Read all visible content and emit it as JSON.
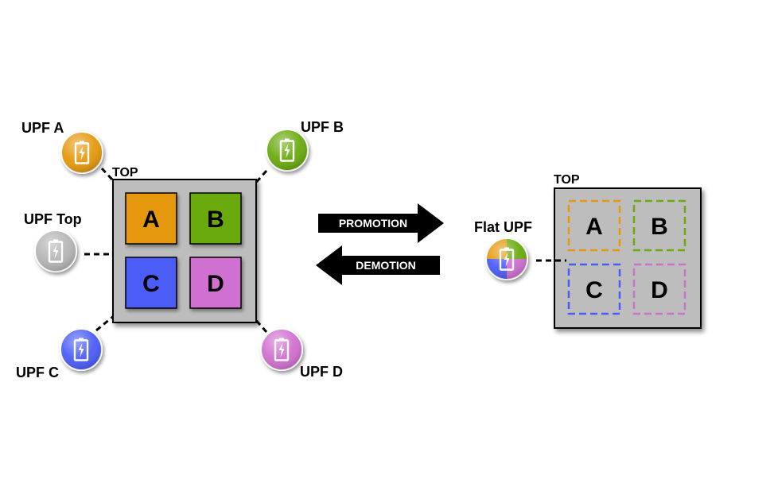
{
  "left": {
    "top_label": "TOP",
    "blocks": [
      {
        "label": "A",
        "color": "#E5980A"
      },
      {
        "label": "B",
        "color": "#6AAA0E"
      },
      {
        "label": "C",
        "color": "#4B5BF7"
      },
      {
        "label": "D",
        "color": "#D06FD0"
      }
    ],
    "upfs": [
      {
        "label": "UPF A",
        "color": "#E5980A",
        "icon": "battery-icon"
      },
      {
        "label": "UPF B",
        "color": "#6AAA0E",
        "icon": "battery-icon"
      },
      {
        "label": "UPF Top",
        "color": "#B5B5B5",
        "icon": "battery-icon"
      },
      {
        "label": "UPF C",
        "color": "#4B5BF7",
        "icon": "battery-icon"
      },
      {
        "label": "UPF D",
        "color": "#D06FD0",
        "icon": "battery-icon"
      }
    ]
  },
  "arrows": {
    "promotion": "PROMOTION",
    "demotion": "DEMOTION"
  },
  "right": {
    "top_label": "TOP",
    "flat_upf_label": "Flat UPF",
    "blocks": [
      {
        "label": "A",
        "color": "#E5980A"
      },
      {
        "label": "B",
        "color": "#6AAA0E"
      },
      {
        "label": "C",
        "color": "#4B5BF7"
      },
      {
        "label": "D",
        "color": "#D06FD0"
      }
    ]
  },
  "colors": {
    "container_fill": "#BDBDBD",
    "orange": "#E5980A",
    "green": "#6AAA0E",
    "blue": "#4B5BF7",
    "pink": "#D06FD0",
    "grey": "#B5B5B5"
  }
}
